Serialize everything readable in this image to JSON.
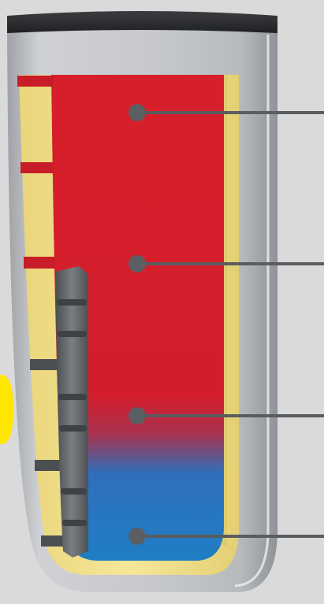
{
  "diagram": {
    "callout_points": [
      {
        "id": "point-1"
      },
      {
        "id": "point-2"
      },
      {
        "id": "point-3"
      },
      {
        "id": "point-4"
      }
    ]
  },
  "colors": {
    "background": "#dadada",
    "cap": "#2e3134",
    "shell": "#c4c6c9",
    "shell_edge": "#eef0f2",
    "insulation": "#f0df88",
    "hot_water": "#d81e2c",
    "cold_water": "#1f7fc6",
    "coil": "#5b5f62",
    "leader_line": "#5a5d60",
    "marker_dot": "#5b5f63",
    "side_tab": "#ffe600"
  }
}
